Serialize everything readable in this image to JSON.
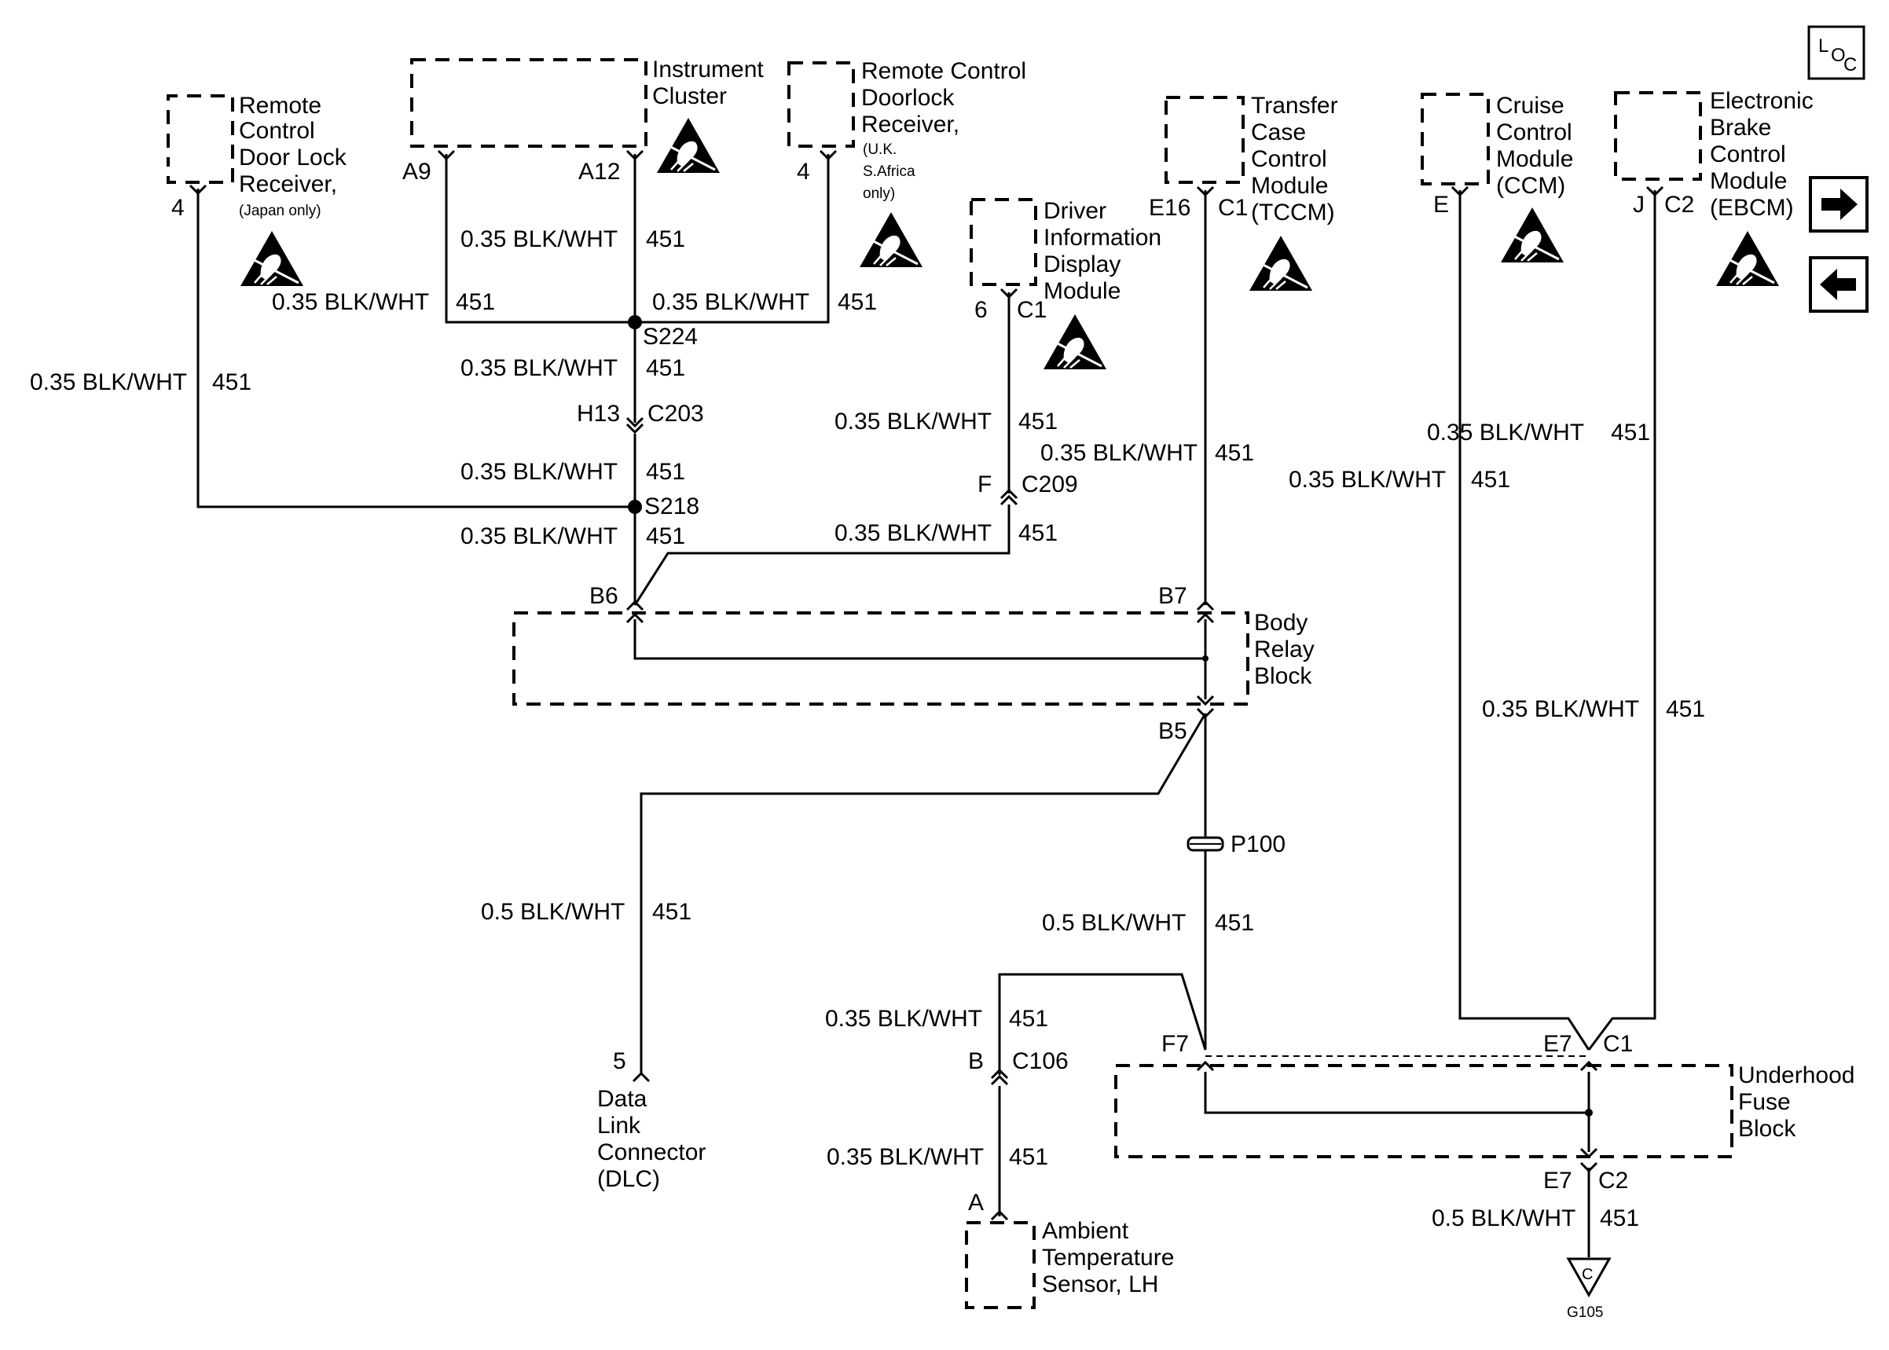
{
  "loc_icon": "location-icon",
  "loc_letters": [
    "L",
    "O",
    "C"
  ],
  "nav": {
    "next": "arrow-right-icon",
    "prev": "arrow-left-icon"
  },
  "esd_icon": "esd-warning-icon",
  "components": {
    "rcdl_japan": [
      "Remote",
      "Control",
      "Door Lock",
      "Receiver,"
    ],
    "rcdl_japan_note": "(Japan only)",
    "instrument_cluster": [
      "Instrument",
      "Cluster"
    ],
    "rcdl_uk": [
      "Remote Control",
      "Doorlock",
      "Receiver,"
    ],
    "rcdl_uk_note": [
      "(U.K.",
      "S.Africa",
      "only)"
    ],
    "dim": [
      "Driver",
      "Information",
      "Display",
      "Module"
    ],
    "tccm": [
      "Transfer",
      "Case",
      "Control",
      "Module",
      "(TCCM)"
    ],
    "ccm": [
      "Cruise",
      "Control",
      "Module",
      "(CCM)"
    ],
    "ebcm": [
      "Electronic",
      "Brake",
      "Control",
      "Module",
      "(EBCM)"
    ],
    "body_relay": [
      "Body",
      "Relay",
      "Block"
    ],
    "dlc": [
      "Data",
      "Link",
      "Connector",
      "(DLC)"
    ],
    "ambient": [
      "Ambient",
      "Temperature",
      "Sensor, LH"
    ],
    "underhood": [
      "Underhood",
      "Fuse",
      "Block"
    ]
  },
  "pins": {
    "rcdl_japan": "4",
    "ic_a9": "A9",
    "ic_a12": "A12",
    "rcdl_uk": "4",
    "dim_6": "6",
    "dim_c1": "C1",
    "tccm_e16": "E16",
    "tccm_c1": "C1",
    "ccm_e": "E",
    "ebcm_j": "J",
    "ebcm_c2": "C2",
    "h13": "H13",
    "c203": "C203",
    "f": "F",
    "c209": "C209",
    "b6": "B6",
    "b7": "B7",
    "b5": "B5",
    "dlc_5": "5",
    "b": "B",
    "c106": "C106",
    "a": "A",
    "f7": "F7",
    "e7_top": "E7",
    "c1_bottom": "C1",
    "e7_bottom": "E7",
    "c2_bottom": "C2"
  },
  "splices": {
    "s224": "S224",
    "s218": "S218"
  },
  "fuse": "P100",
  "ground": {
    "letter": "C",
    "name": "G105"
  },
  "wires": {
    "w1": {
      "gauge": "0.35 BLK/WHT",
      "circuit": "451"
    },
    "w2": {
      "gauge": "0.35 BLK/WHT",
      "circuit": "451"
    },
    "w3": {
      "gauge": "0.35 BLK/WHT",
      "circuit": "451"
    },
    "w4": {
      "gauge": "0.35 BLK/WHT",
      "circuit": "451"
    },
    "w5": {
      "gauge": "0.35 BLK/WHT",
      "circuit": "451"
    },
    "w6": {
      "gauge": "0.35 BLK/WHT",
      "circuit": "451"
    },
    "w7": {
      "gauge": "0.35 BLK/WHT",
      "circuit": "451"
    },
    "w8": {
      "gauge": "0.35 BLK/WHT",
      "circuit": "451"
    },
    "w9": {
      "gauge": "0.35 BLK/WHT",
      "circuit": "451"
    },
    "w10": {
      "gauge": "0.35 BLK/WHT",
      "circuit": "451"
    },
    "w11": {
      "gauge": "0.35 BLK/WHT",
      "circuit": "451"
    },
    "w12": {
      "gauge": "0.35 BLK/WHT",
      "circuit": "451"
    },
    "w13": {
      "gauge": "0.35 BLK/WHT",
      "circuit": "451"
    },
    "w14": {
      "gauge": "0.5 BLK/WHT",
      "circuit": "451"
    },
    "w15": {
      "gauge": "0.5 BLK/WHT",
      "circuit": "451"
    },
    "w16": {
      "gauge": "0.35 BLK/WHT",
      "circuit": "451"
    },
    "w17": {
      "gauge": "0.35 BLK/WHT",
      "circuit": "451"
    },
    "w18": {
      "gauge": "0.5 BLK/WHT",
      "circuit": "451"
    }
  }
}
